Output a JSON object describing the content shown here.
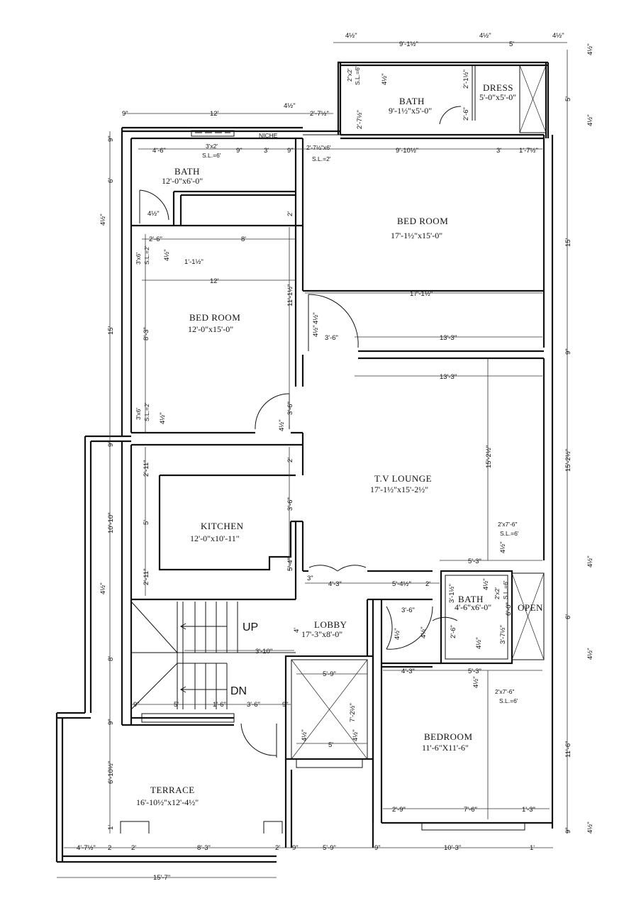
{
  "rooms": {
    "bath_top": {
      "name": "BATH",
      "size": "9'-1½\"x5'-0\""
    },
    "dress": {
      "name": "DRESS",
      "size": "5'-0\"x5'-0\""
    },
    "bath_left": {
      "name": "BATH",
      "size": "12'-0\"x6'-0\""
    },
    "bedroom_right": {
      "name": "BED ROOM",
      "size": "17'-1½\"x15'-0\""
    },
    "bedroom_left": {
      "name": "BED ROOM",
      "size": "12'-0\"x15'-0\""
    },
    "tv_lounge": {
      "name": "T.V LOUNGE",
      "size": "17'-1½\"x15'-2½\""
    },
    "kitchen": {
      "name": "KITCHEN",
      "size": "12'-0\"x10'-11\""
    },
    "bath_small": {
      "name": "BATH",
      "size": "4'-6\"x6'-0\""
    },
    "lobby": {
      "name": "LOBBY",
      "size": "17'-3\"x8'-0\""
    },
    "bedroom_bottom": {
      "name": "BEDROOM",
      "size": "11'-6\"X11'-6\""
    },
    "terrace": {
      "name": "TERRACE",
      "size": "16'-10½\"x12'-4½\""
    }
  },
  "labels": {
    "niche": "NICHE",
    "open": "OPEN",
    "up": "UP",
    "dn": "DN"
  },
  "openings": {
    "bath_top_vent": "2\"x2'",
    "bath_top_vent_sl": "S.L.=6'",
    "bath_left_vent": "3'x2'",
    "bath_left_vent_sl": "S.L.=6'",
    "bath_left_vent2": "2'-7½\"x6'",
    "bath_left_vent2_sl": "S.L.=2'",
    "bed_left_window1": "3'x6'",
    "bed_left_window1_sl": "S.L.=2'",
    "bed_left_window2": "3'x6'",
    "bed_left_window2_sl": "S.L.=2'",
    "lounge_window": "2'x7'-6\"",
    "lounge_window_sl": "S.L.=6'",
    "bath_small_vent": "2'x2'",
    "bath_small_vent_sl": "S.L.=6'",
    "bedroom_window": "2'x7'-6\"",
    "bedroom_window_sl": "S.L.=6'"
  },
  "dims": {
    "top_a": "4½\"",
    "top_b": "9'-1½\"",
    "top_c": "4½\"",
    "top_d": "5'",
    "top_e": "4½\"",
    "right_a": "4½\"",
    "right_b": "5'",
    "right_c": "4½\"",
    "right_d": "15'",
    "right_e": "9\"",
    "right_f": "15'-2½\"",
    "right_g": "4½\"",
    "right_h": "6'",
    "right_i": "4½\"",
    "right_j": "11'-6\"",
    "right_k": "9\"",
    "right_l": "4½\"",
    "left_a": "9\"",
    "left_b": "6'",
    "left_c": "4½\"",
    "left_d": "15'",
    "left_e": "9\"",
    "left_f": "10'-10\"",
    "left_g": "4½\"",
    "left_h": "8'",
    "left_i": "9\"",
    "left_j": "6'-10½\"",
    "left_k": "1'",
    "row2_a": "9\"",
    "row2_b": "12'",
    "row2_c": "4½\"",
    "row2_d": "2'-7½\"",
    "bath_top_h": "2'-7½\"",
    "bath_top_door": "2'-1½\"",
    "bath_top_door2": "2'-6\"",
    "bath_top_ts": "4½\"",
    "row3_a": "4'-6\"",
    "row3_b": "9\"",
    "row3_c": "3'",
    "row3_d": "9\"",
    "row3_e": "9'-10½\"",
    "row3_f": "3'",
    "row3_g": "1'-7½\"",
    "bath_left_h": "2'",
    "bath_left_d": "4½\"",
    "bath_left_e": "2'-6\"",
    "bath_left_f": "1'-1½\"",
    "bath_left_g": "4½\"",
    "bath_left_w": "8'",
    "bed_left_w": "12'",
    "bed_left_h": "8'-3\"",
    "bed_left_p": "4½\"",
    "bed_left_door": "3'-6\"",
    "bed_left_door_b": "4½\"",
    "bed_right_w": "17'-1½\"",
    "bed_right_side": "11'-1½\"",
    "bed_right_door": "3'-6\"",
    "bed_right_w2": "13'-3\"",
    "bed_right_ts1": "4½\"",
    "bed_right_ts2": "4½\"",
    "lounge_w": "13'-3\"",
    "lounge_h": "15'-2½\"",
    "kitchen_a": "2'-11\"",
    "kitchen_b": "5'",
    "kitchen_c": "2'-11\"",
    "kitchen_d": "2'",
    "kitchen_e": "3'-6\"",
    "kitchen_f": "5'-4\"",
    "lobby_a": "3\"",
    "lobby_b": "4'-3\"",
    "lobby_c": "5'-4½\"",
    "lobby_d": "2'",
    "lobby_e": "5'-3\"",
    "lobby_f": "4½\"",
    "bath_s_a": "3'-1½\"",
    "bath_s_b": "4½\"",
    "bath_s_c": "3'-6\"",
    "bath_s_d": "6'-0\"",
    "bath_s_e": "2'-6\"",
    "bath_s_f": "4½\"",
    "bath_s_g": "3'-7½\"",
    "bath_s_h": "4½\"",
    "bath_s_i": "4½\"",
    "lobby_h": "4'",
    "stair_w": "3'-10\"",
    "row_low_a": "4'-3\"",
    "row_low_b": "5'-3\"",
    "row_low_c": "4½\"",
    "shaft_w": "5'-9\"",
    "shaft_h": "7'-2½\"",
    "shaft_b": "5'",
    "shaft_ts1": "4½\"",
    "shaft_ts2": "4½\"",
    "stair_row_a": "9\"",
    "stair_row_b": "5'",
    "stair_row_c": "1'-6\"",
    "stair_row_d": "3'-6\"",
    "stair_row_e": "9\"",
    "bedroom_b_a": "2'-9\"",
    "bedroom_b_b": "7'-6\"",
    "bedroom_b_c": "1'-3\"",
    "bottom_a": "4'-7½\"",
    "bottom_b": "2'",
    "bottom_c": "8'-3\"",
    "bottom_d": "2'",
    "bottom_e": "9\"",
    "bottom_f": "5'-9\"",
    "bottom_g": "9\"",
    "bottom_h": "10'-3\"",
    "bottom_i": "1'",
    "bottom_j": "2",
    "bottom_total": "15'-7\""
  }
}
